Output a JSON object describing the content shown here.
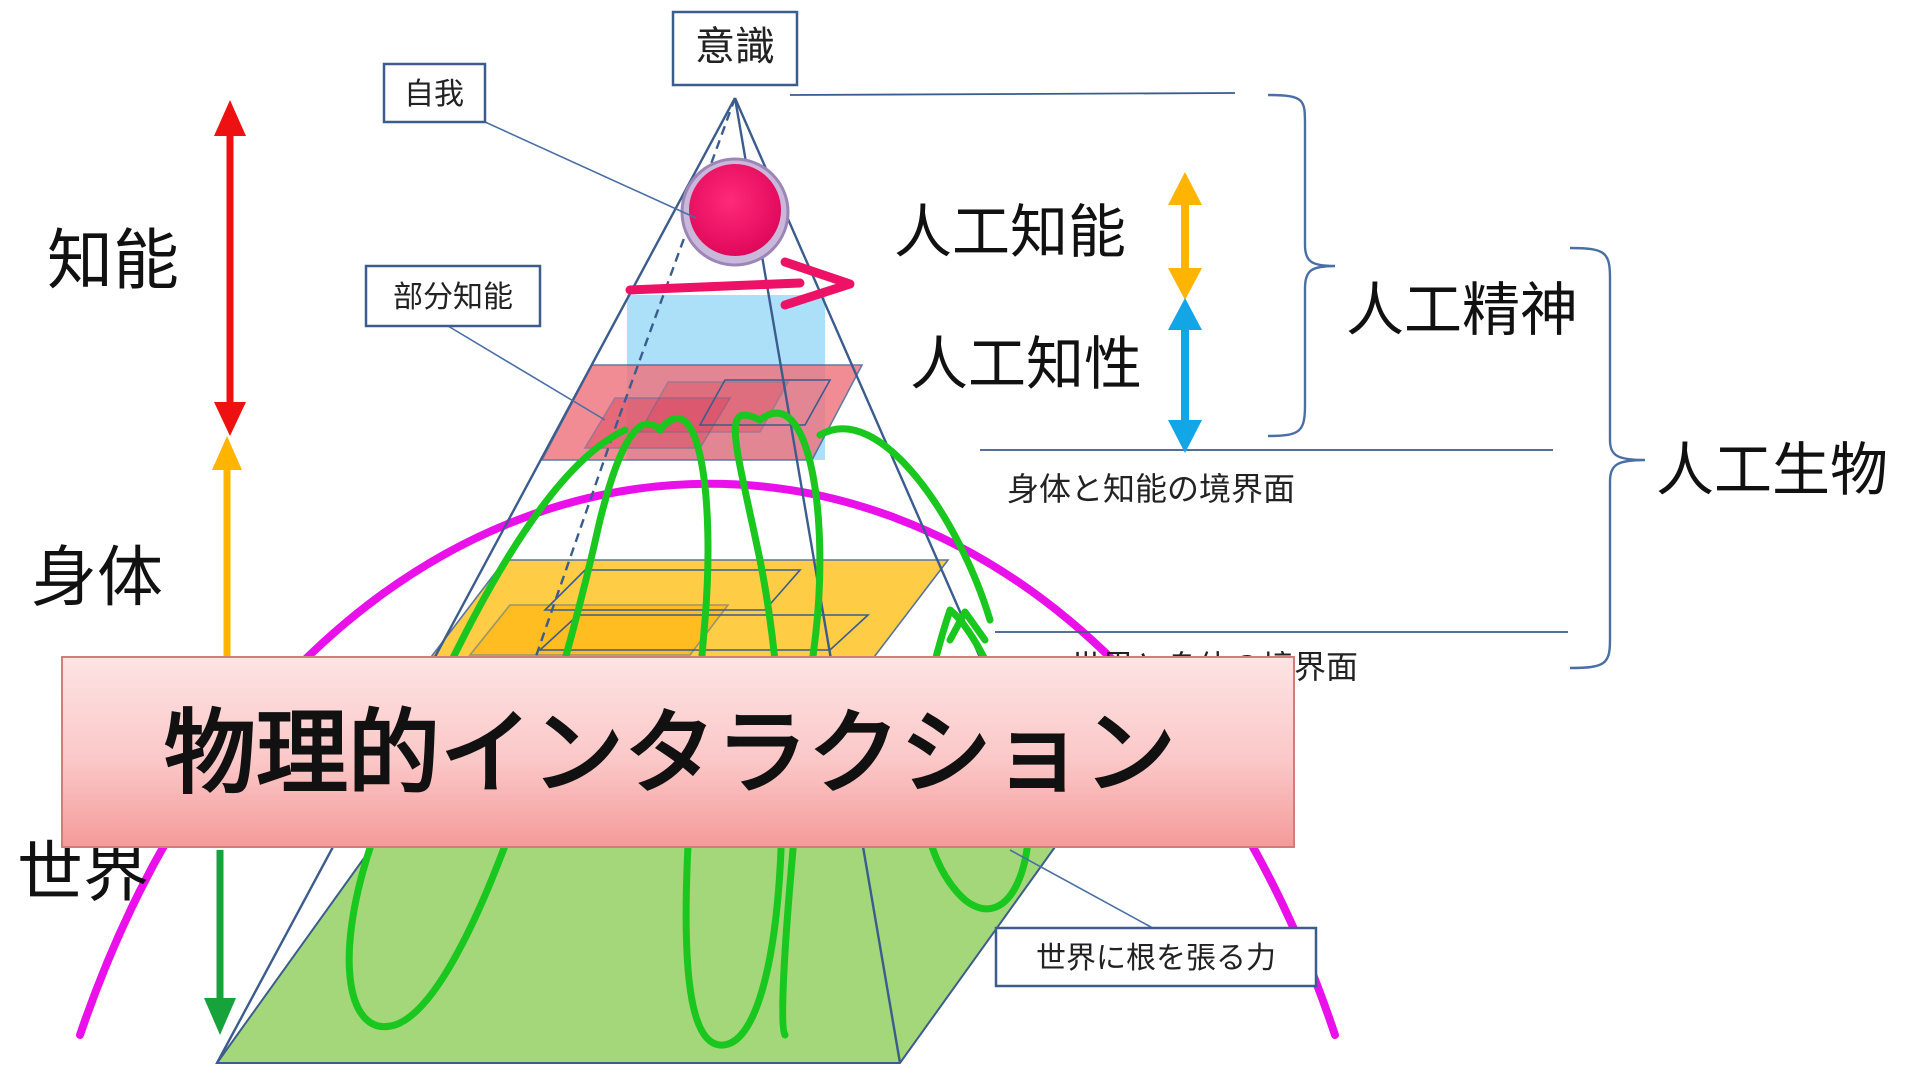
{
  "labels": {
    "consciousness": "意識",
    "ego": "自我",
    "partial_intelligence": "部分知能",
    "left_intelligence": "知能",
    "left_body": "身体",
    "left_world": "世界",
    "artificial_intelligence": "人工知能",
    "artificial_intellect": "人工知性",
    "artificial_mind": "人工精神",
    "artificial_life": "人工生物",
    "body_intelligence_boundary": "身体と知能の境界面",
    "world_body_boundary": "世界と身体の境界面",
    "rooting_force": "世界に根を張る力",
    "physical_interaction": "物理的インタラクション"
  },
  "colors": {
    "red_arrow": "#ee1111",
    "orange_arrow": "#ffb400",
    "green_arrow": "#16a33c",
    "cyan_arrow": "#12a6e6",
    "ego_ball": "#ee1266",
    "magenta_curve": "#ea10ea",
    "green_loops": "#19c71e",
    "base_fill": "#a3d77a",
    "body_layer": "#ffc426",
    "intel_layer": "#f0707a",
    "blue_block": "#8fd6f5",
    "banner_top": "#fde2e2",
    "banner_bottom": "#f6a3a3",
    "box_border": "#3b5c8c"
  }
}
